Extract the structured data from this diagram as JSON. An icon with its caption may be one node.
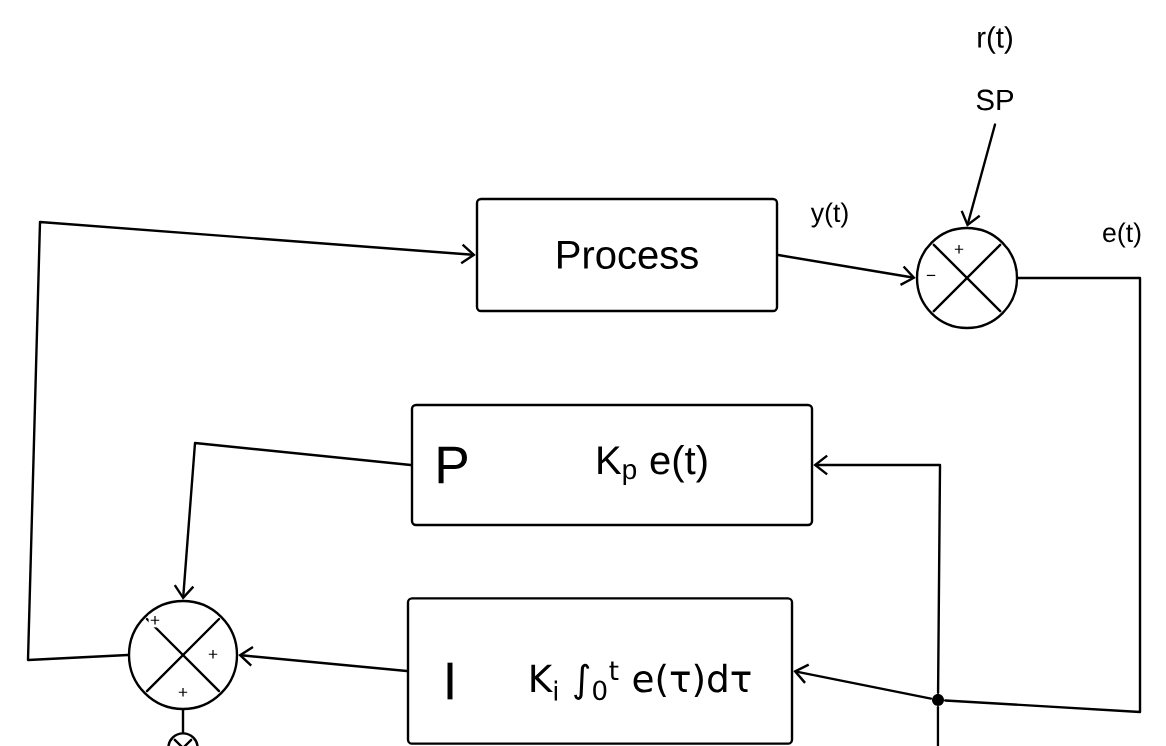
{
  "diagram": {
    "nodes": [
      {
        "text": [
          "Process"
        ]
      },
      {
        "text": [
          "+",
          "−"
        ]
      },
      {
        "text": [
          "P",
          "K$_{p}$ e(t)"
        ]
      },
      {
        "text": [
          "I",
          "K$_{i}$ ∫$_{0}$$^{t}$ e(τ)dτ"
        ]
      },
      {
        "text": [
          "+",
          "+",
          "+"
        ]
      },
      {
        "text": [],
        "shape": "circle"
      },
      {
        "text": [
          "r(t)",
          "SP"
        ]
      },
      {
        "text": [],
        "shape": "circle"
      }
    ],
    "edges": [
      {
        "from": 0,
        "to": 1,
        "arrow": "to",
        "label": "y(t)"
      },
      {
        "from": 6,
        "to": 1,
        "arrow": "to"
      },
      {
        "from": 1,
        "to": 5,
        "arrow": "none",
        "label": "e(t)"
      },
      {
        "from": 5,
        "to": 2,
        "arrow": "to"
      },
      {
        "from": 5,
        "to": 3,
        "arrow": "to"
      },
      {
        "from": 5,
        "to": null,
        "arrow": "none"
      },
      {
        "from": 2,
        "to": 4,
        "arrow": "to"
      },
      {
        "from": 3,
        "to": 4,
        "arrow": "to"
      },
      {
        "from": 4,
        "to": 0,
        "arrow": "to"
      },
      {
        "from": 7,
        "to": 4,
        "arrow": "none"
      }
    ]
  }
}
